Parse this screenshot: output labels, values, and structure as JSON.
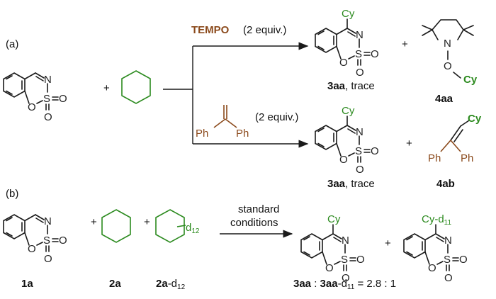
{
  "part_a": {
    "label": "(a)",
    "top_reagent_name": "TEMPO",
    "top_reagent_amount": "(2 equiv.)",
    "bottom_reagent_amount": "(2 equiv.)",
    "product_name": "3aa",
    "product_yield": ", trace",
    "plus": "+",
    "adduct_tempo_name": "4aa",
    "adduct_alkene_name": "4ab"
  },
  "part_b": {
    "label": "(b)",
    "conditions_line1": "standard",
    "conditions_line2": "conditions",
    "label_1a": "1a",
    "label_2a": "2a",
    "label_2a_d12_base": "2a",
    "label_2a_d12_suffix": "-d",
    "label_2a_d12_sub": "12",
    "ratio_left": "3aa",
    "ratio_sep": " : ",
    "ratio_right": "3aa",
    "ratio_right_suffix": "-d",
    "ratio_right_sub": "11",
    "ratio_value": " = 2.8 : 1"
  },
  "atoms": {
    "N": "N",
    "O": "O",
    "S": "S",
    "Cy": "Cy",
    "Cy_d": "Cy-d",
    "d11": "11",
    "d12": "d",
    "d12_sub": "12",
    "Ph": "Ph"
  },
  "colors": {
    "cyclohexyl": "#2b8a1e",
    "reagent": "#8b4a1c",
    "bond": "#1a1a1a"
  }
}
